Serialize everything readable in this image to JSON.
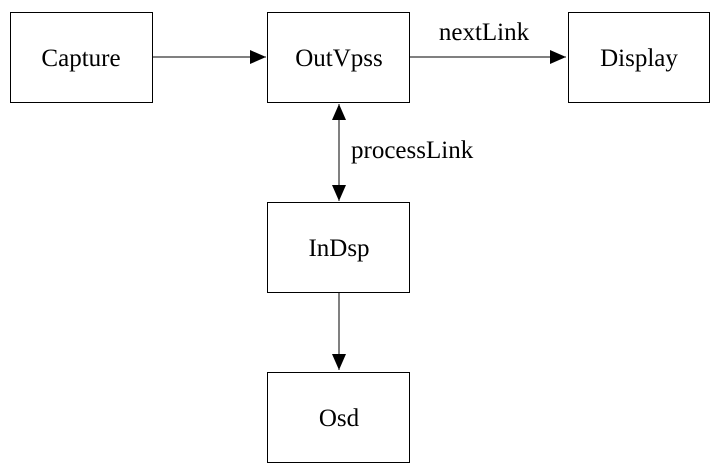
{
  "diagram": {
    "nodes": {
      "capture": {
        "label": "Capture"
      },
      "outvpss": {
        "label": "OutVpss"
      },
      "display": {
        "label": "Display"
      },
      "indsp": {
        "label": "InDsp"
      },
      "osd": {
        "label": "Osd"
      }
    },
    "edges": {
      "capture_to_outvpss": {
        "from": "Capture",
        "to": "OutVpss",
        "label": ""
      },
      "outvpss_to_display": {
        "from": "OutVpss",
        "to": "Display",
        "label": "nextLink"
      },
      "outvpss_indsp": {
        "from": "OutVpss",
        "to": "InDsp",
        "label": "processLink",
        "bidirectional": true
      },
      "indsp_to_osd": {
        "from": "InDsp",
        "to": "Osd",
        "label": ""
      }
    }
  }
}
